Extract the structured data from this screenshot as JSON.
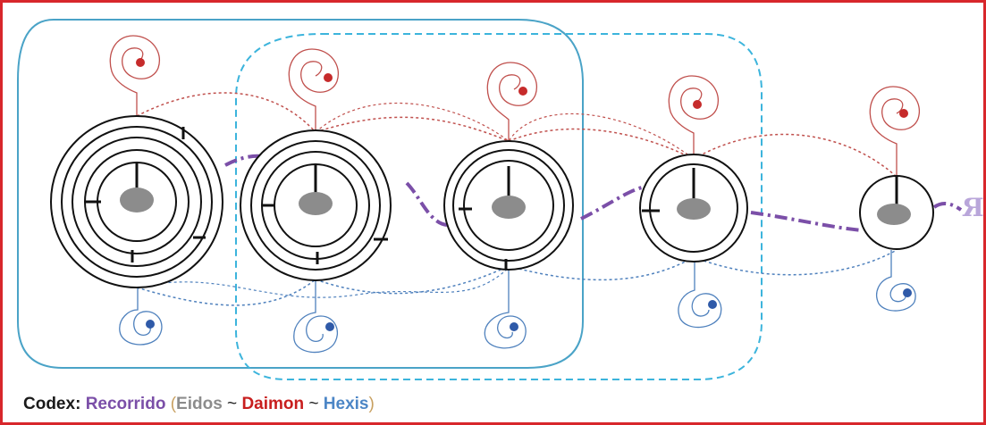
{
  "caption": {
    "label": "Codex:",
    "path": "Recorrido",
    "open_paren": "(",
    "eidos": "Eidos",
    "tilde_1": " ~ ",
    "daimon": "Daimon",
    "tilde_2": " ~ ",
    "hexis": "Hexis",
    "close_paren": ")"
  },
  "end_glyph": "Я",
  "colors": {
    "frame": "#d8262b",
    "path": "#7b4fa8",
    "eidos": "#8c8c8c",
    "daimon": "#c0504d",
    "hexis": "#4f81bd",
    "solid_region": "#4aa3c7",
    "dashed_region": "#3cb4dc"
  },
  "stages": [
    {
      "rings": 5
    },
    {
      "rings": 4
    },
    {
      "rings": 3
    },
    {
      "rings": 2
    },
    {
      "rings": 1
    }
  ]
}
